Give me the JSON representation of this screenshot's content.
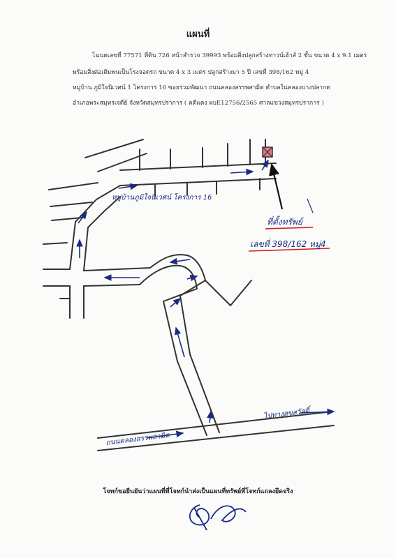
{
  "document": {
    "title": "แผนที่",
    "lines": [
      "โฉนดเลขที่ 77571  ที่ดิน 726  หน้าสำรวจ 39993 พร้อมสิ่งปลูกสร้างทาวน์เฮ้าส์ 2 ชั้น ขนาด 4 x 9.1 เมตร",
      "พร้อมสิ่งต่อเติมพนเป็นโรงจอดรถ ขนาด 4 x 3 เมตร   ปลูกสร้างมา 5 ปี เลขที่ 398/162 หมู่ 4",
      "หมู่บ้าน ภูมิใจนิเวศน์ 1 โครงการ 16   ซอยร่วมพัฒนา ถนนคลองสรรพสามิต ตำบลในคลองบางปลากด",
      "อำเภอพระสมุทรเจดีย์ จังหวัดสมุทรปราการ    ( คดีแดง ผบE12756/2565 ศาลแขวงสมุทรปราการ )"
    ]
  },
  "map": {
    "village_label": "หมู่บ้านภูมิใจนิเวศน์ โครงการ 16",
    "target_label": "ที่ตั้งทรัพย์",
    "house_no_label": "เลขที่ 398/162  หมู่4",
    "road_label": "ถนนคลองสรรพสามิต",
    "direction_label": "ไปทางสุขสวัสดิ์"
  },
  "certification": "โจทก์ขอยืนยันว่าแผนที่ที่โจทก์นำส่งเป็นแผนที่ทรัพย์ที่โจทก์แถลงยึดจริง"
}
